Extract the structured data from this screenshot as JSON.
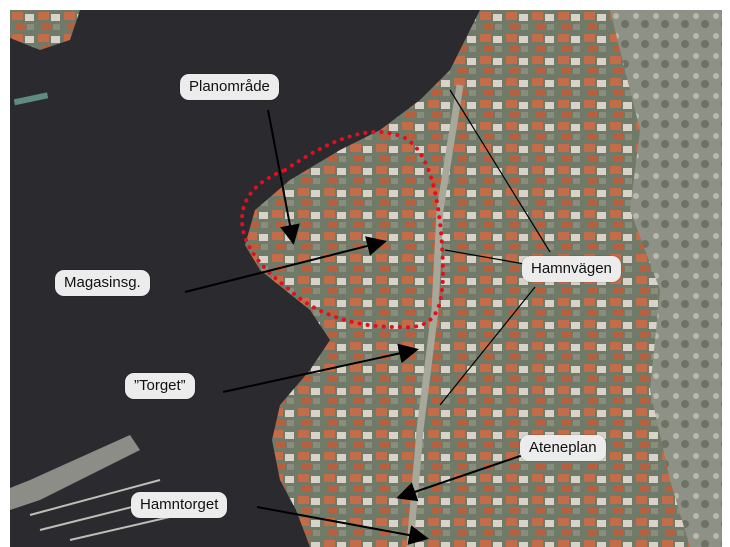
{
  "map": {
    "labels": {
      "planomrade": "Planområde",
      "magasinsg": "Magasinsg.",
      "hamnvagen": "Hamnvägen",
      "torget": "”Torget”",
      "ateneplan": "Ateneplan",
      "hamntorget": "Hamntorget"
    },
    "colors": {
      "water": "#2b2a2f",
      "land": "#7c8672",
      "roof": "#c56a45",
      "outline": "#e0101e",
      "label_bg": "#ececec"
    },
    "icons": [
      "arrow-icon",
      "leader-line"
    ]
  }
}
